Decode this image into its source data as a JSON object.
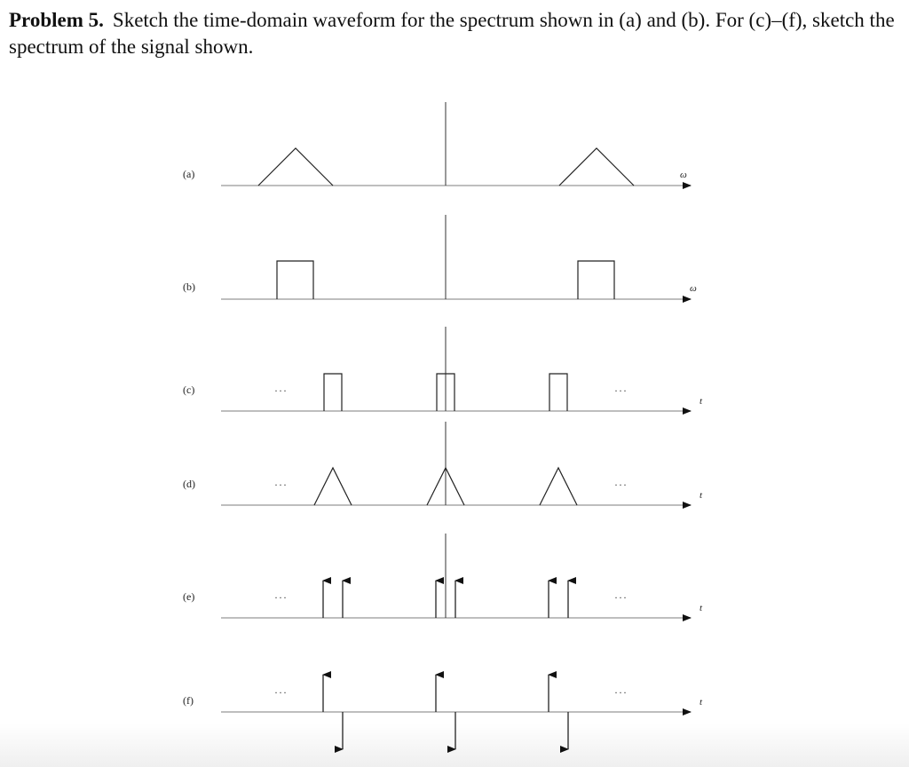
{
  "problem": {
    "title": "Problem 5.",
    "text": "Sketch the time-domain waveform for the spectrum shown in (a) and (b). For (c)–(f), sketch the spectrum of the signal shown."
  },
  "colors": {
    "axis": "#a8a8a8",
    "ink": "#111111"
  },
  "panels": [
    {
      "id": "a",
      "label": "(a)",
      "axis_var": "ω",
      "shape": "triangle",
      "periodic": false,
      "ellipsis": ""
    },
    {
      "id": "b",
      "label": "(b)",
      "axis_var": "ω",
      "shape": "rectangle",
      "periodic": false,
      "ellipsis": ""
    },
    {
      "id": "c",
      "label": "(c)",
      "axis_var": "t",
      "shape": "rectangular pulse train",
      "periodic": true,
      "ellipsis": "···"
    },
    {
      "id": "d",
      "label": "(d)",
      "axis_var": "t",
      "shape": "triangular pulse train",
      "periodic": true,
      "ellipsis": "···"
    },
    {
      "id": "e",
      "label": "(e)",
      "axis_var": "t",
      "shape": "paired impulse train (both positive)",
      "periodic": true,
      "ellipsis": "···"
    },
    {
      "id": "f",
      "label": "(f)",
      "axis_var": "t",
      "shape": "paired impulse train (positive then negative)",
      "periodic": true,
      "ellipsis": "···"
    }
  ]
}
